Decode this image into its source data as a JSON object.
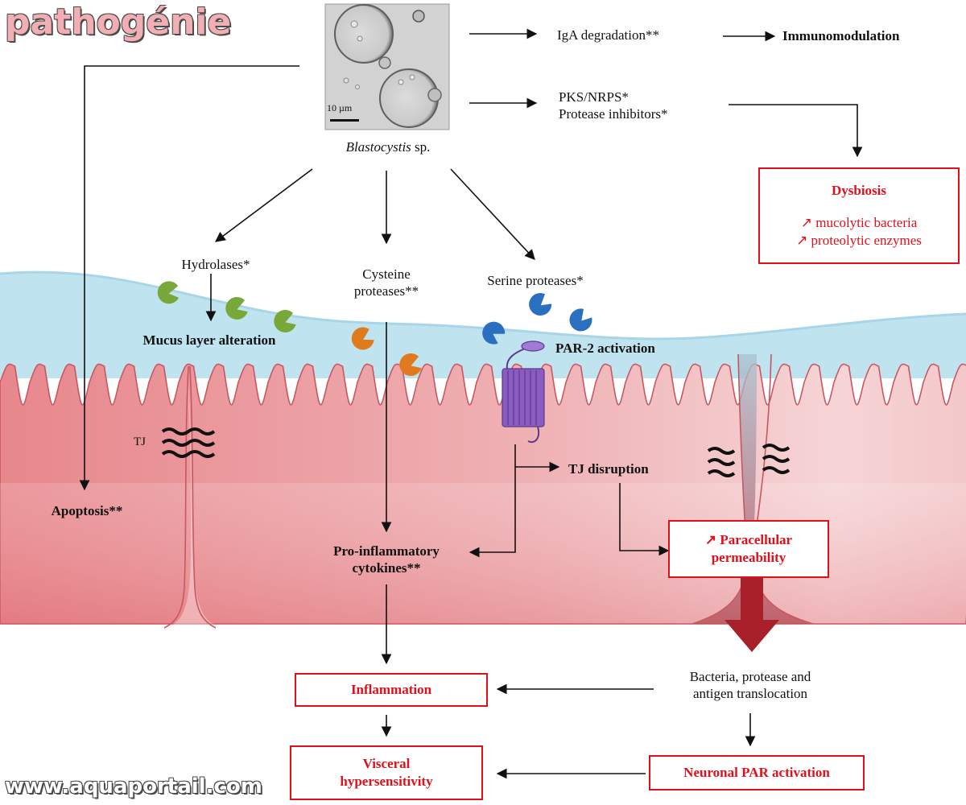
{
  "watermark": {
    "title": "pathogénie",
    "site": "www.aquaportail.com"
  },
  "micrograph": {
    "scale_label": "10 µm",
    "caption_italic": "Blastocystis",
    "caption_rest": " sp."
  },
  "labels": {
    "iga": "IgA degradation**",
    "immunomodulation": "Immunomodulation",
    "pks_line1": "PKS/NRPS*",
    "pks_line2": "Protease inhibitors*",
    "hydrolases": "Hydrolases*",
    "cysteine_line1": "Cysteine",
    "cysteine_line2": "proteases**",
    "serine": "Serine proteases*",
    "mucus": "Mucus layer alteration",
    "par2": "PAR-2 activation",
    "tj": "TJ",
    "tj_disruption": "TJ disruption",
    "apoptosis": "Apoptosis**",
    "cytokines_line1": "Pro-inflammatory",
    "cytokines_line2": "cytokines**",
    "translocation_line1": "Bacteria, protease and",
    "translocation_line2": "antigen translocation"
  },
  "boxes": {
    "dysbiosis_title": "Dysbiosis",
    "dysbiosis_item1": "↗ mucolytic bacteria",
    "dysbiosis_item2": "↗ proteolytic enzymes",
    "paracellular_line1": "↗ Paracellular",
    "paracellular_line2": "permeability",
    "inflammation": "Inflammation",
    "visceral_line1": "Visceral",
    "visceral_line2": "hypersensitivity",
    "neuronal": "Neuronal PAR activation"
  },
  "colors": {
    "box_border": "#e0101a",
    "box_text": "#e0101a",
    "mucus": "#bfe3ef",
    "tissue": "#e8a3a6",
    "receptor": "#8a5cc2",
    "hydrolase": "#78a83a",
    "cysteine": "#e07a1e",
    "serine": "#2a6fc0",
    "translocation_arrow": "#a8202a"
  }
}
